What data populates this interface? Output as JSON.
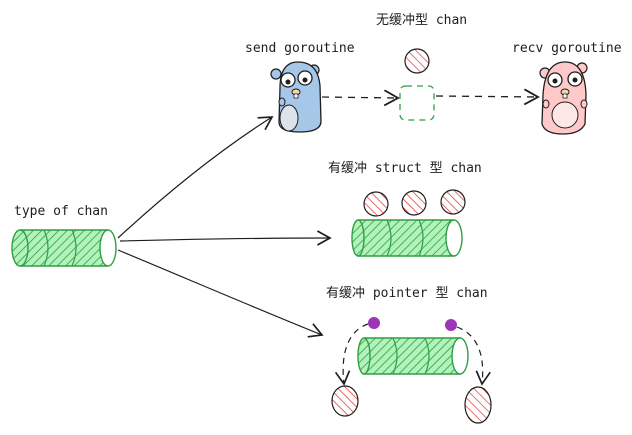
{
  "labels": {
    "type_of_chan": "type of chan",
    "send_goroutine": "send goroutine",
    "recv_goroutine": "recv goroutine",
    "unbuffered_chan": "无缓冲型 chan",
    "buffered_struct_chan": "有缓冲 struct 型 chan",
    "buffered_pointer_chan": "有缓冲 pointer 型 chan"
  },
  "colors": {
    "green": "#2f9e44",
    "green_fill": "#b2f2bb",
    "red": "#e03131",
    "gopher_blue": "#a5c7e8",
    "gopher_pink": "#ffc9c9",
    "pointer_dot": "#9c36b5",
    "stroke": "#1e1e1e"
  },
  "icons": [
    "send-gopher-icon",
    "recv-gopher-icon",
    "red-token-icon",
    "pointer-dot-icon"
  ]
}
